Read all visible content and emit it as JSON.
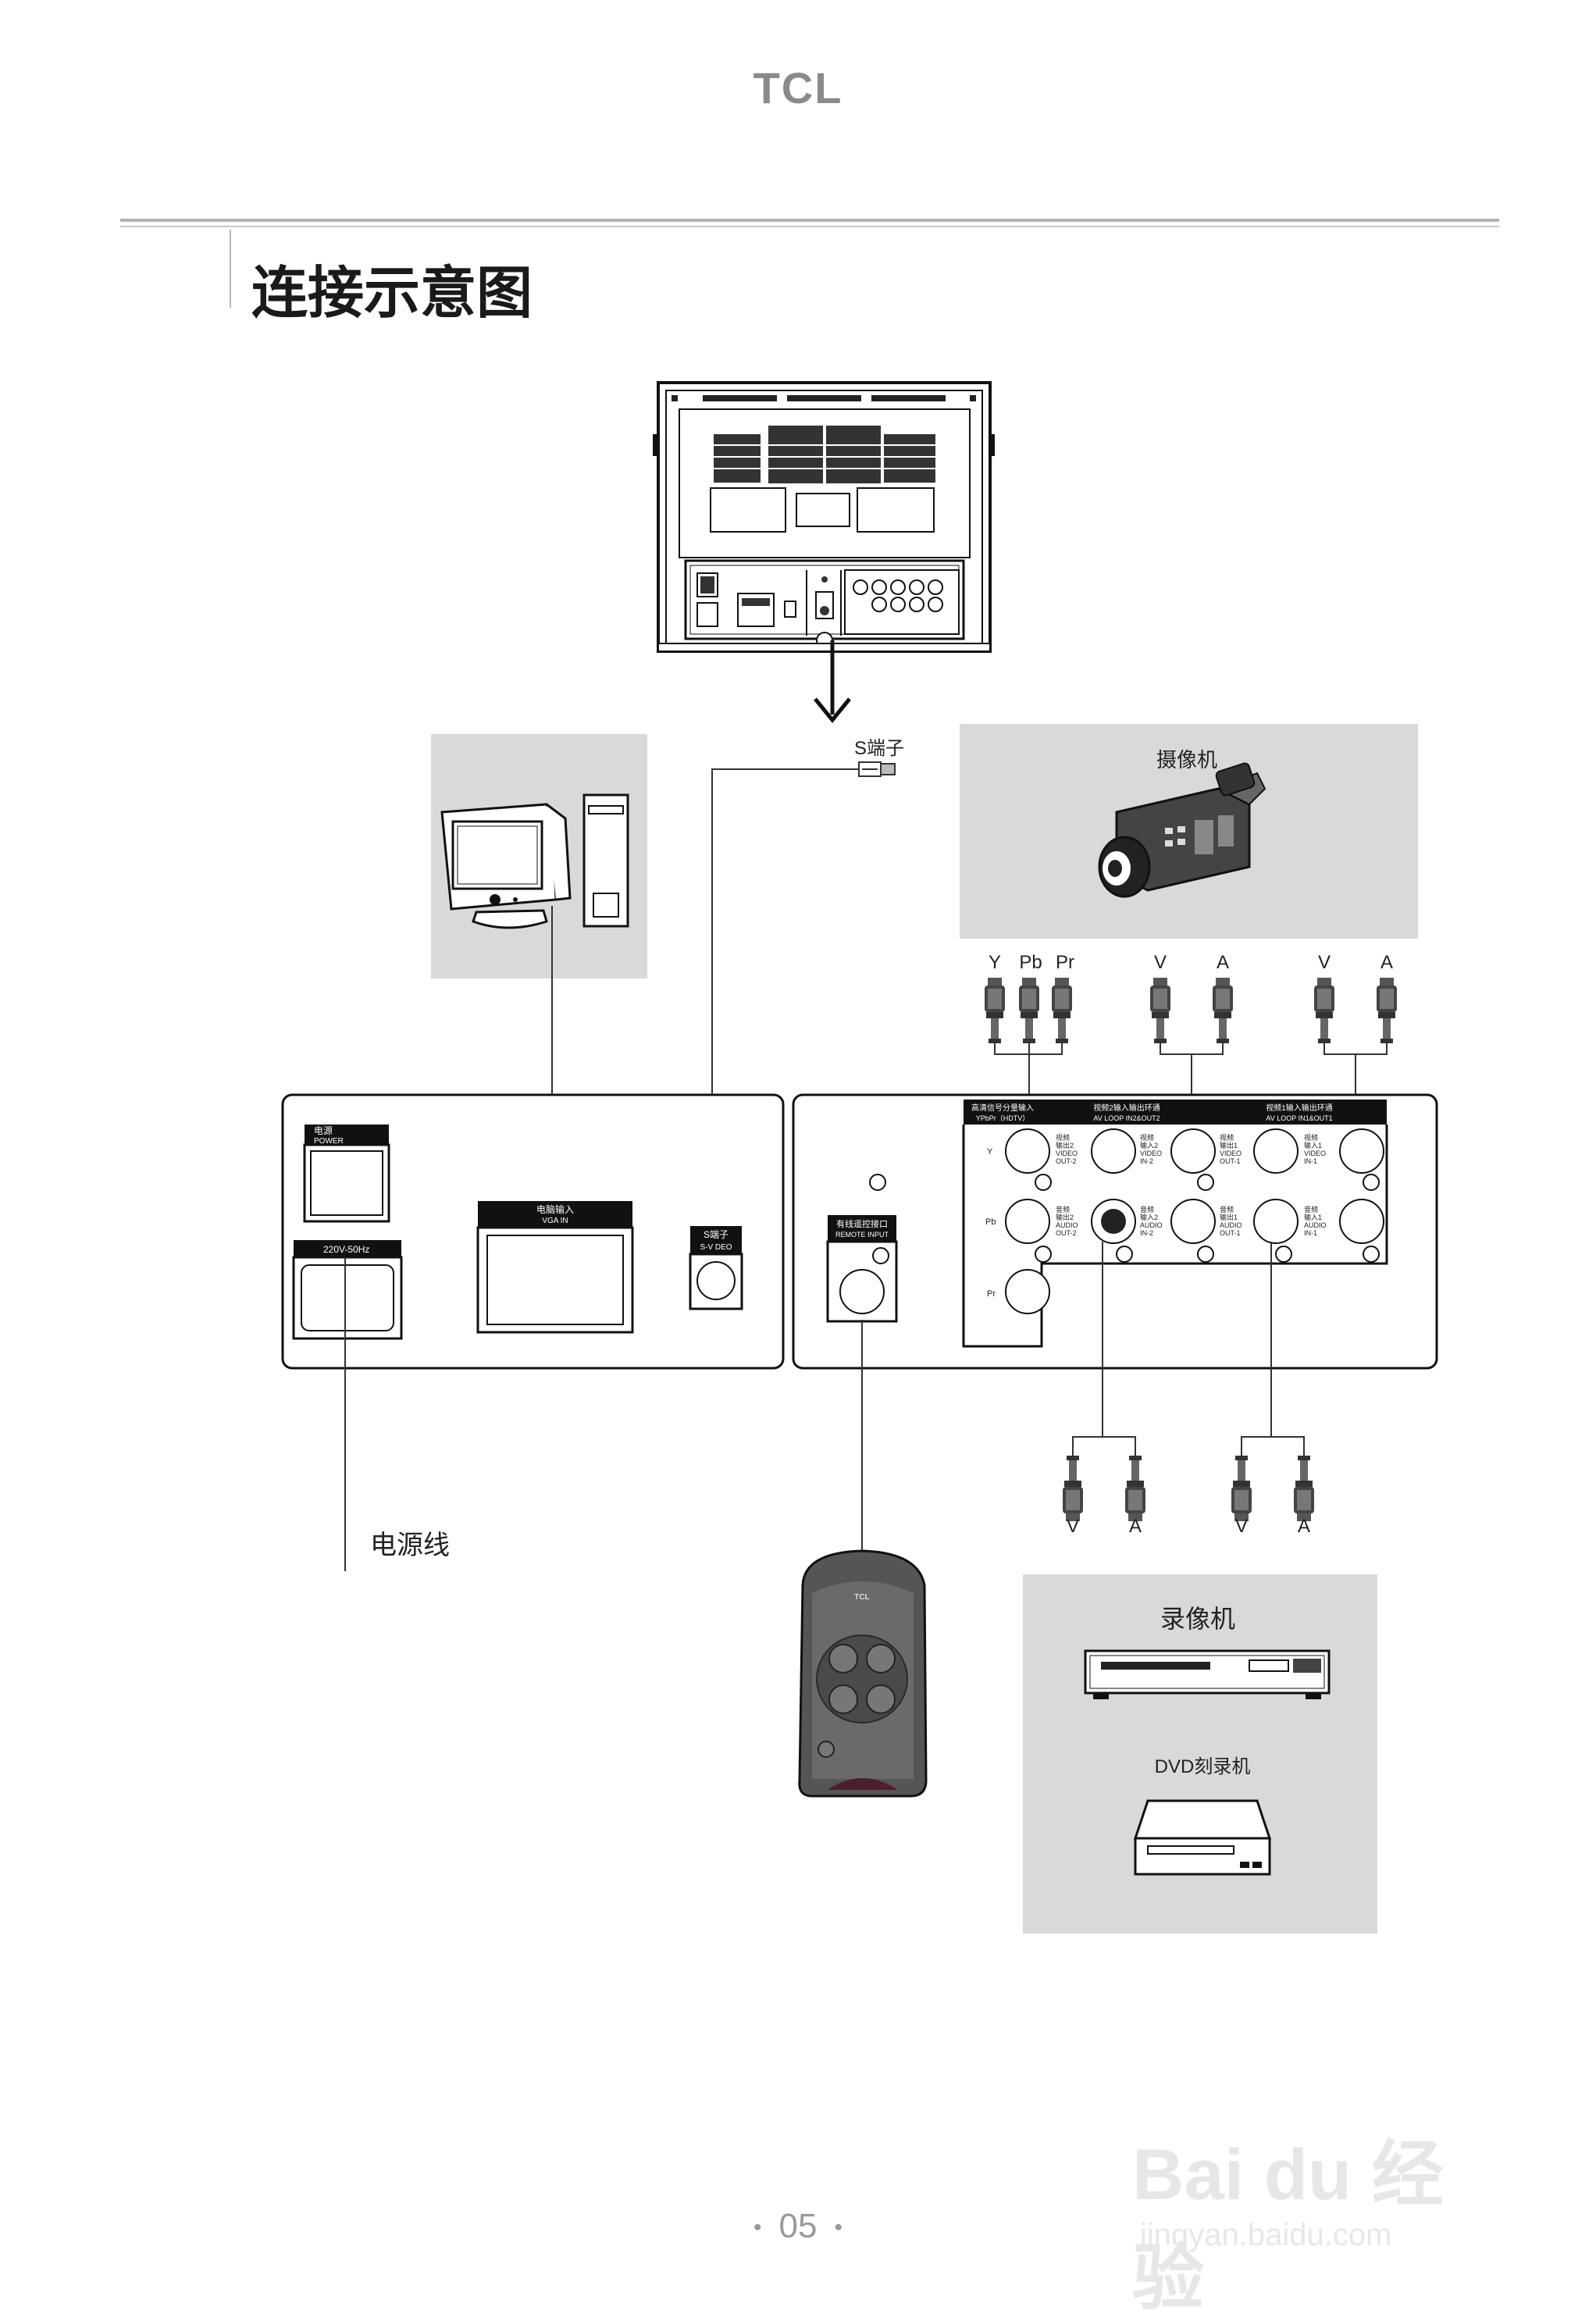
{
  "brand": "TCL",
  "heading": "连接示意图",
  "labels": {
    "s_terminal": "S端子",
    "camcorder": "摄像机",
    "power_cord": "电源线",
    "vcr": "录像机",
    "dvd_recorder": "DVD刻录机"
  },
  "plugs": {
    "top_group1": [
      "Y",
      "Pb",
      "Pr"
    ],
    "top_group2": [
      "V",
      "A"
    ],
    "top_group3": [
      "V",
      "A"
    ],
    "bottom_group1": [
      "V",
      "A"
    ],
    "bottom_group2": [
      "V",
      "A"
    ]
  },
  "panel_left": {
    "power_cn": "电源",
    "power_en": "POWER",
    "ac_label": "220V-50Hz",
    "vga_cn": "电脑输入",
    "vga_en": "VGA IN",
    "sv_cn": "S端子",
    "sv_en": "S-V DEO"
  },
  "panel_right": {
    "remote_cn": "有线遥控接口",
    "remote_en": "REMOTE INPUT",
    "hdtv_cn": "高清信号分量输入",
    "hdtv_en": "YPbPr（HDTV）",
    "loop2_cn": "视频2输入输出环通",
    "loop2_en": "AV LOOP IN2&OUT2",
    "loop1_cn": "视频1输入输出环通",
    "loop1_en": "AV LOOP IN1&OUT1",
    "row_y": "Y",
    "row_pb": "Pb",
    "row_pr": "Pr",
    "video_out2": [
      "视频",
      "输出2",
      "VIDEO",
      "OUT-2"
    ],
    "video_in2": [
      "视频",
      "输入2",
      "VIDEO",
      "IN-2"
    ],
    "video_out1": [
      "视频",
      "输出1",
      "VIDEO",
      "OUT-1"
    ],
    "video_in1": [
      "视频",
      "输入1",
      "VIDEO",
      "IN-1"
    ],
    "audio_out2": [
      "音频",
      "输出2",
      "AUDIO",
      "OUT-2"
    ],
    "audio_in2": [
      "音频",
      "输入2",
      "AUDIO",
      "IN-2"
    ],
    "audio_out1": [
      "音频",
      "输出1",
      "AUDIO",
      "OUT-1"
    ],
    "audio_in1": [
      "音频",
      "输入1",
      "AUDIO",
      "IN-1"
    ]
  },
  "remote_brand": "TCL",
  "footer_page": "05",
  "watermark": {
    "main": "Bai du 经验",
    "sub": "jingyan.baidu.com"
  }
}
